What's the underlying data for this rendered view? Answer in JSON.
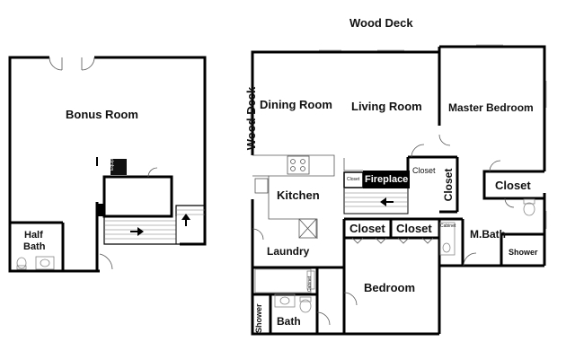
{
  "labels": {
    "wood_deck_top": "Wood Deck",
    "wood_deck_left": "Wood Deck",
    "bonus_room": "Bonus Room",
    "half_bath_line1": "Half",
    "half_bath_line2": "Bath",
    "dining_room": "Dining Room",
    "living_room": "Living Room",
    "master_bedroom": "Master Bedroom",
    "kitchen": "Kitchen",
    "fireplace": "Fireplace",
    "closet_small_fireplace": "Closet",
    "closet_right_of_fireplace": "Closet",
    "closet_vertical": "Closet",
    "closet_master": "Closet",
    "closet_hall_1": "Closet",
    "closet_hall_2": "Closet",
    "m_bath": "M.Bath",
    "shower_master": "Shower",
    "laundry": "Laundry",
    "bath": "Bath",
    "shower_bath": "Shower",
    "bedroom": "Bedroom",
    "cabinet_1": "Cabinet",
    "cabinet_2": "Cabinet",
    "equipment": "Equipment"
  },
  "colors": {
    "wall": "#000000",
    "thin_line": "#555555",
    "fixture": "#888888",
    "background": "#ffffff"
  }
}
